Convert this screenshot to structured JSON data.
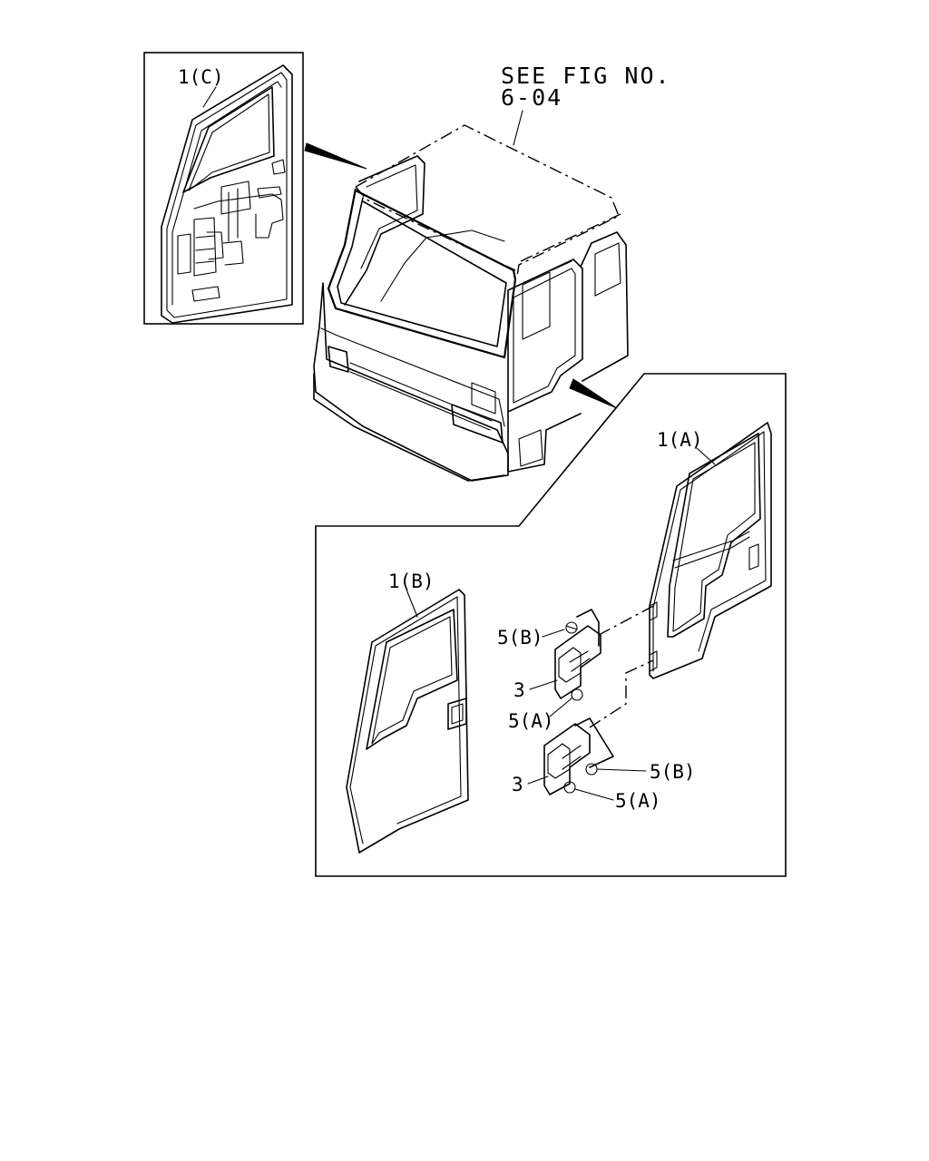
{
  "figure_ref": {
    "line1": "SEE FIG NO.",
    "line2": "6-04"
  },
  "labels": {
    "door_c": "1(C)",
    "door_a": "1(A)",
    "door_b": "1(B)",
    "bolt_5b_upper": "5(B)",
    "hinge_3_upper": "3",
    "bolt_5a_upper": "5(A)",
    "bolt_5b_lower": "5(B)",
    "hinge_3_lower": "3",
    "bolt_5a_lower": "5(A)"
  }
}
